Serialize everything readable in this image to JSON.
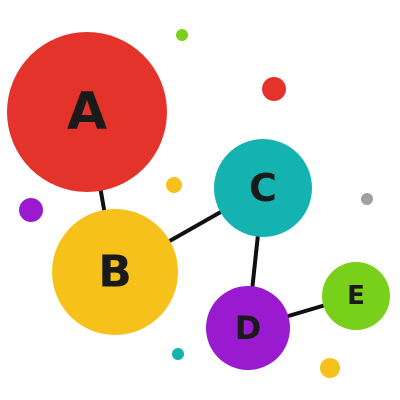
{
  "diagram": {
    "nodes": [
      {
        "id": "A",
        "label": "A",
        "color": "#e3332a"
      },
      {
        "id": "B",
        "label": "B",
        "color": "#f7c11b"
      },
      {
        "id": "C",
        "label": "C",
        "color": "#14b2b0"
      },
      {
        "id": "D",
        "label": "D",
        "color": "#9a1ad0"
      },
      {
        "id": "E",
        "label": "E",
        "color": "#78d01b"
      }
    ],
    "edges": [
      {
        "from": "A",
        "to": "B"
      },
      {
        "from": "B",
        "to": "C"
      },
      {
        "from": "C",
        "to": "D"
      },
      {
        "from": "D",
        "to": "E"
      }
    ],
    "edge_color": "#111111",
    "decorative_dot_colors": [
      "#78d01b",
      "#e3332a",
      "#f7c11b",
      "#9a1ad0",
      "#a0a0a0",
      "#14b2b0",
      "#f7c11b"
    ]
  }
}
